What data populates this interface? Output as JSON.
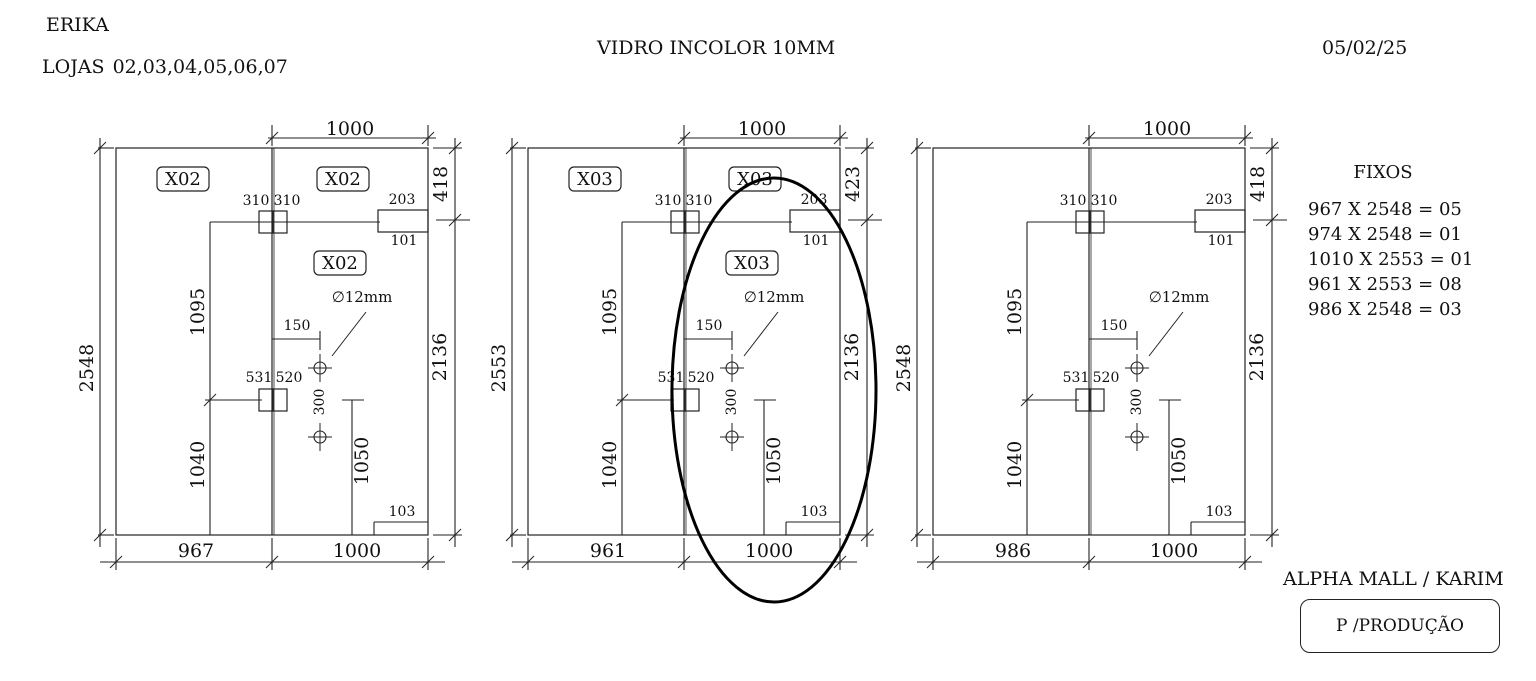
{
  "header": {
    "name": "ERIKA",
    "stores_label": "LOJAS",
    "stores_list": "02,03,04,05,06,07",
    "title": "VIDRO INCOLOR 10MM",
    "date": "05/02/25"
  },
  "panels": [
    {
      "tags": [
        "X02",
        "X02",
        "X02"
      ],
      "dims": {
        "top": "1000",
        "top_right": "418",
        "left": "2548",
        "right": "2136",
        "bottom_left": "967",
        "bottom_right": "1000",
        "vert_upper": "1095",
        "vert_lower": "1040",
        "vert_hole": "1050",
        "hinge_top_a": "310",
        "hinge_top_b": "310",
        "hinge_bot_a": "531",
        "hinge_bot_b": "520",
        "lock_top": "203",
        "lock_bottom": "101",
        "hole_offset": "150",
        "hole_spacing": "300",
        "hole_diameter": "∅12mm",
        "corner": "103"
      }
    },
    {
      "tags": [
        "X03",
        "X03",
        "X03"
      ],
      "dims": {
        "top": "1000",
        "top_right": "423",
        "left": "2553",
        "right": "2136",
        "bottom_left": "961",
        "bottom_right": "1000",
        "vert_upper": "1095",
        "vert_lower": "1040",
        "vert_hole": "1050",
        "hinge_top_a": "310",
        "hinge_top_b": "310",
        "hinge_bot_a": "531",
        "hinge_bot_b": "520",
        "lock_top": "203",
        "lock_bottom": "101",
        "hole_offset": "150",
        "hole_spacing": "300",
        "hole_diameter": "∅12mm",
        "corner": "103"
      }
    },
    {
      "tags": [],
      "dims": {
        "top": "1000",
        "top_right": "418",
        "left": "2548",
        "right": "2136",
        "bottom_left": "986",
        "bottom_right": "1000",
        "vert_upper": "1095",
        "vert_lower": "1040",
        "vert_hole": "1050",
        "hinge_top_a": "310",
        "hinge_top_b": "310",
        "hinge_bot_a": "531",
        "hinge_bot_b": "520",
        "lock_top": "203",
        "lock_bottom": "101",
        "hole_offset": "150",
        "hole_spacing": "300",
        "hole_diameter": "∅12mm",
        "corner": "103"
      }
    }
  ],
  "fixos": {
    "title": "FIXOS",
    "items": [
      "967 X 2548 = 05",
      "974 X 2548 = 01",
      "1010 X 2553 = 01",
      "961 X 2553 = 08",
      "986 X 2548 = 03"
    ]
  },
  "footer": {
    "client": "ALPHA MALL / KARIM",
    "production_button": "P /PRODUÇÃO"
  },
  "colors": {
    "line": "#222222",
    "background": "#ffffff"
  }
}
